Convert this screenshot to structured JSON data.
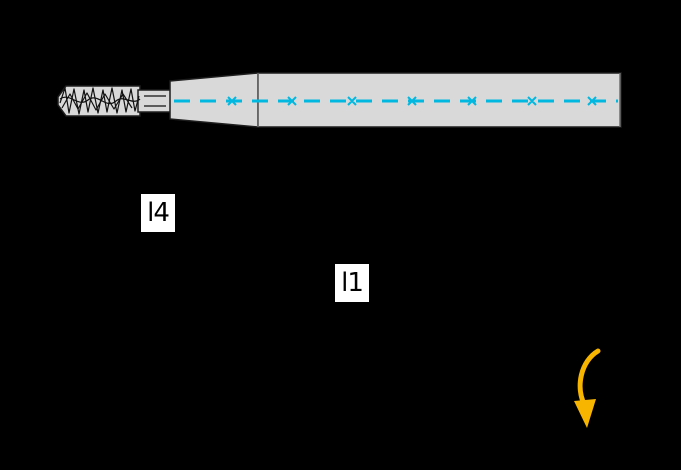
{
  "labels": [
    {
      "id": "l4",
      "text": "l4"
    },
    {
      "id": "l1",
      "text": "l1"
    }
  ],
  "icons": {
    "rotation_arrow": "curved-arrow-down"
  },
  "colors": {
    "background": "#000000",
    "tool_fill": "#d9d9d9",
    "tool_outline": "#1e1e1e",
    "centerline": "#00b8e0",
    "arrow": "#f7b500",
    "label_bg": "#ffffff",
    "label_text": "#000000"
  }
}
